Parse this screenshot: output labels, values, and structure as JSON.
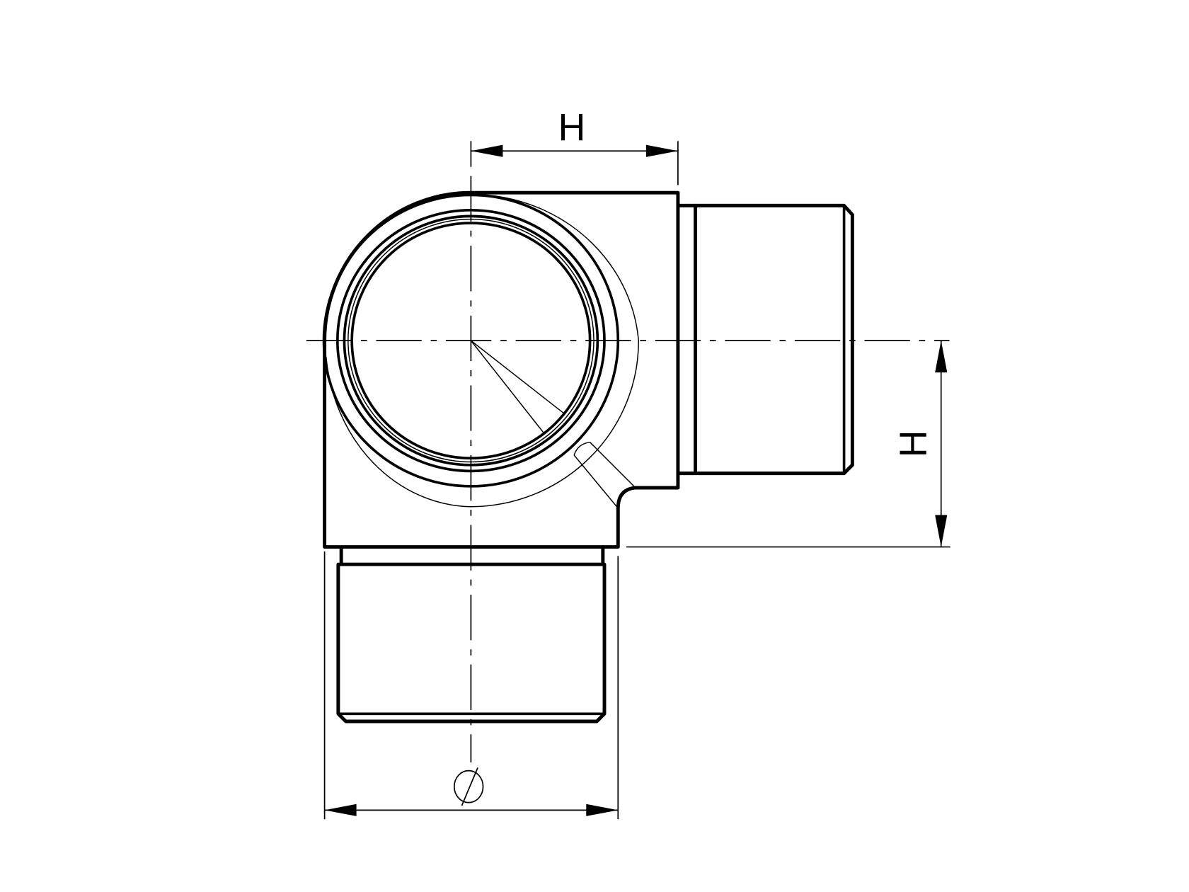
{
  "drawing": {
    "title": "90° elbow pipe connector – technical drawing",
    "views": "front view with one spigot to the right and one spigot downward",
    "colors": {
      "line": "#000000",
      "background": "#ffffff"
    }
  },
  "dimensions": {
    "top": {
      "label": "H",
      "meaning": "centre to spigot shoulder (horizontal)"
    },
    "right": {
      "label": "H",
      "meaning": "centre to spigot shoulder (vertical)",
      "orientation": "rotated 90°"
    },
    "bottom": {
      "label": "∅",
      "meaning": "outer diameter"
    }
  }
}
